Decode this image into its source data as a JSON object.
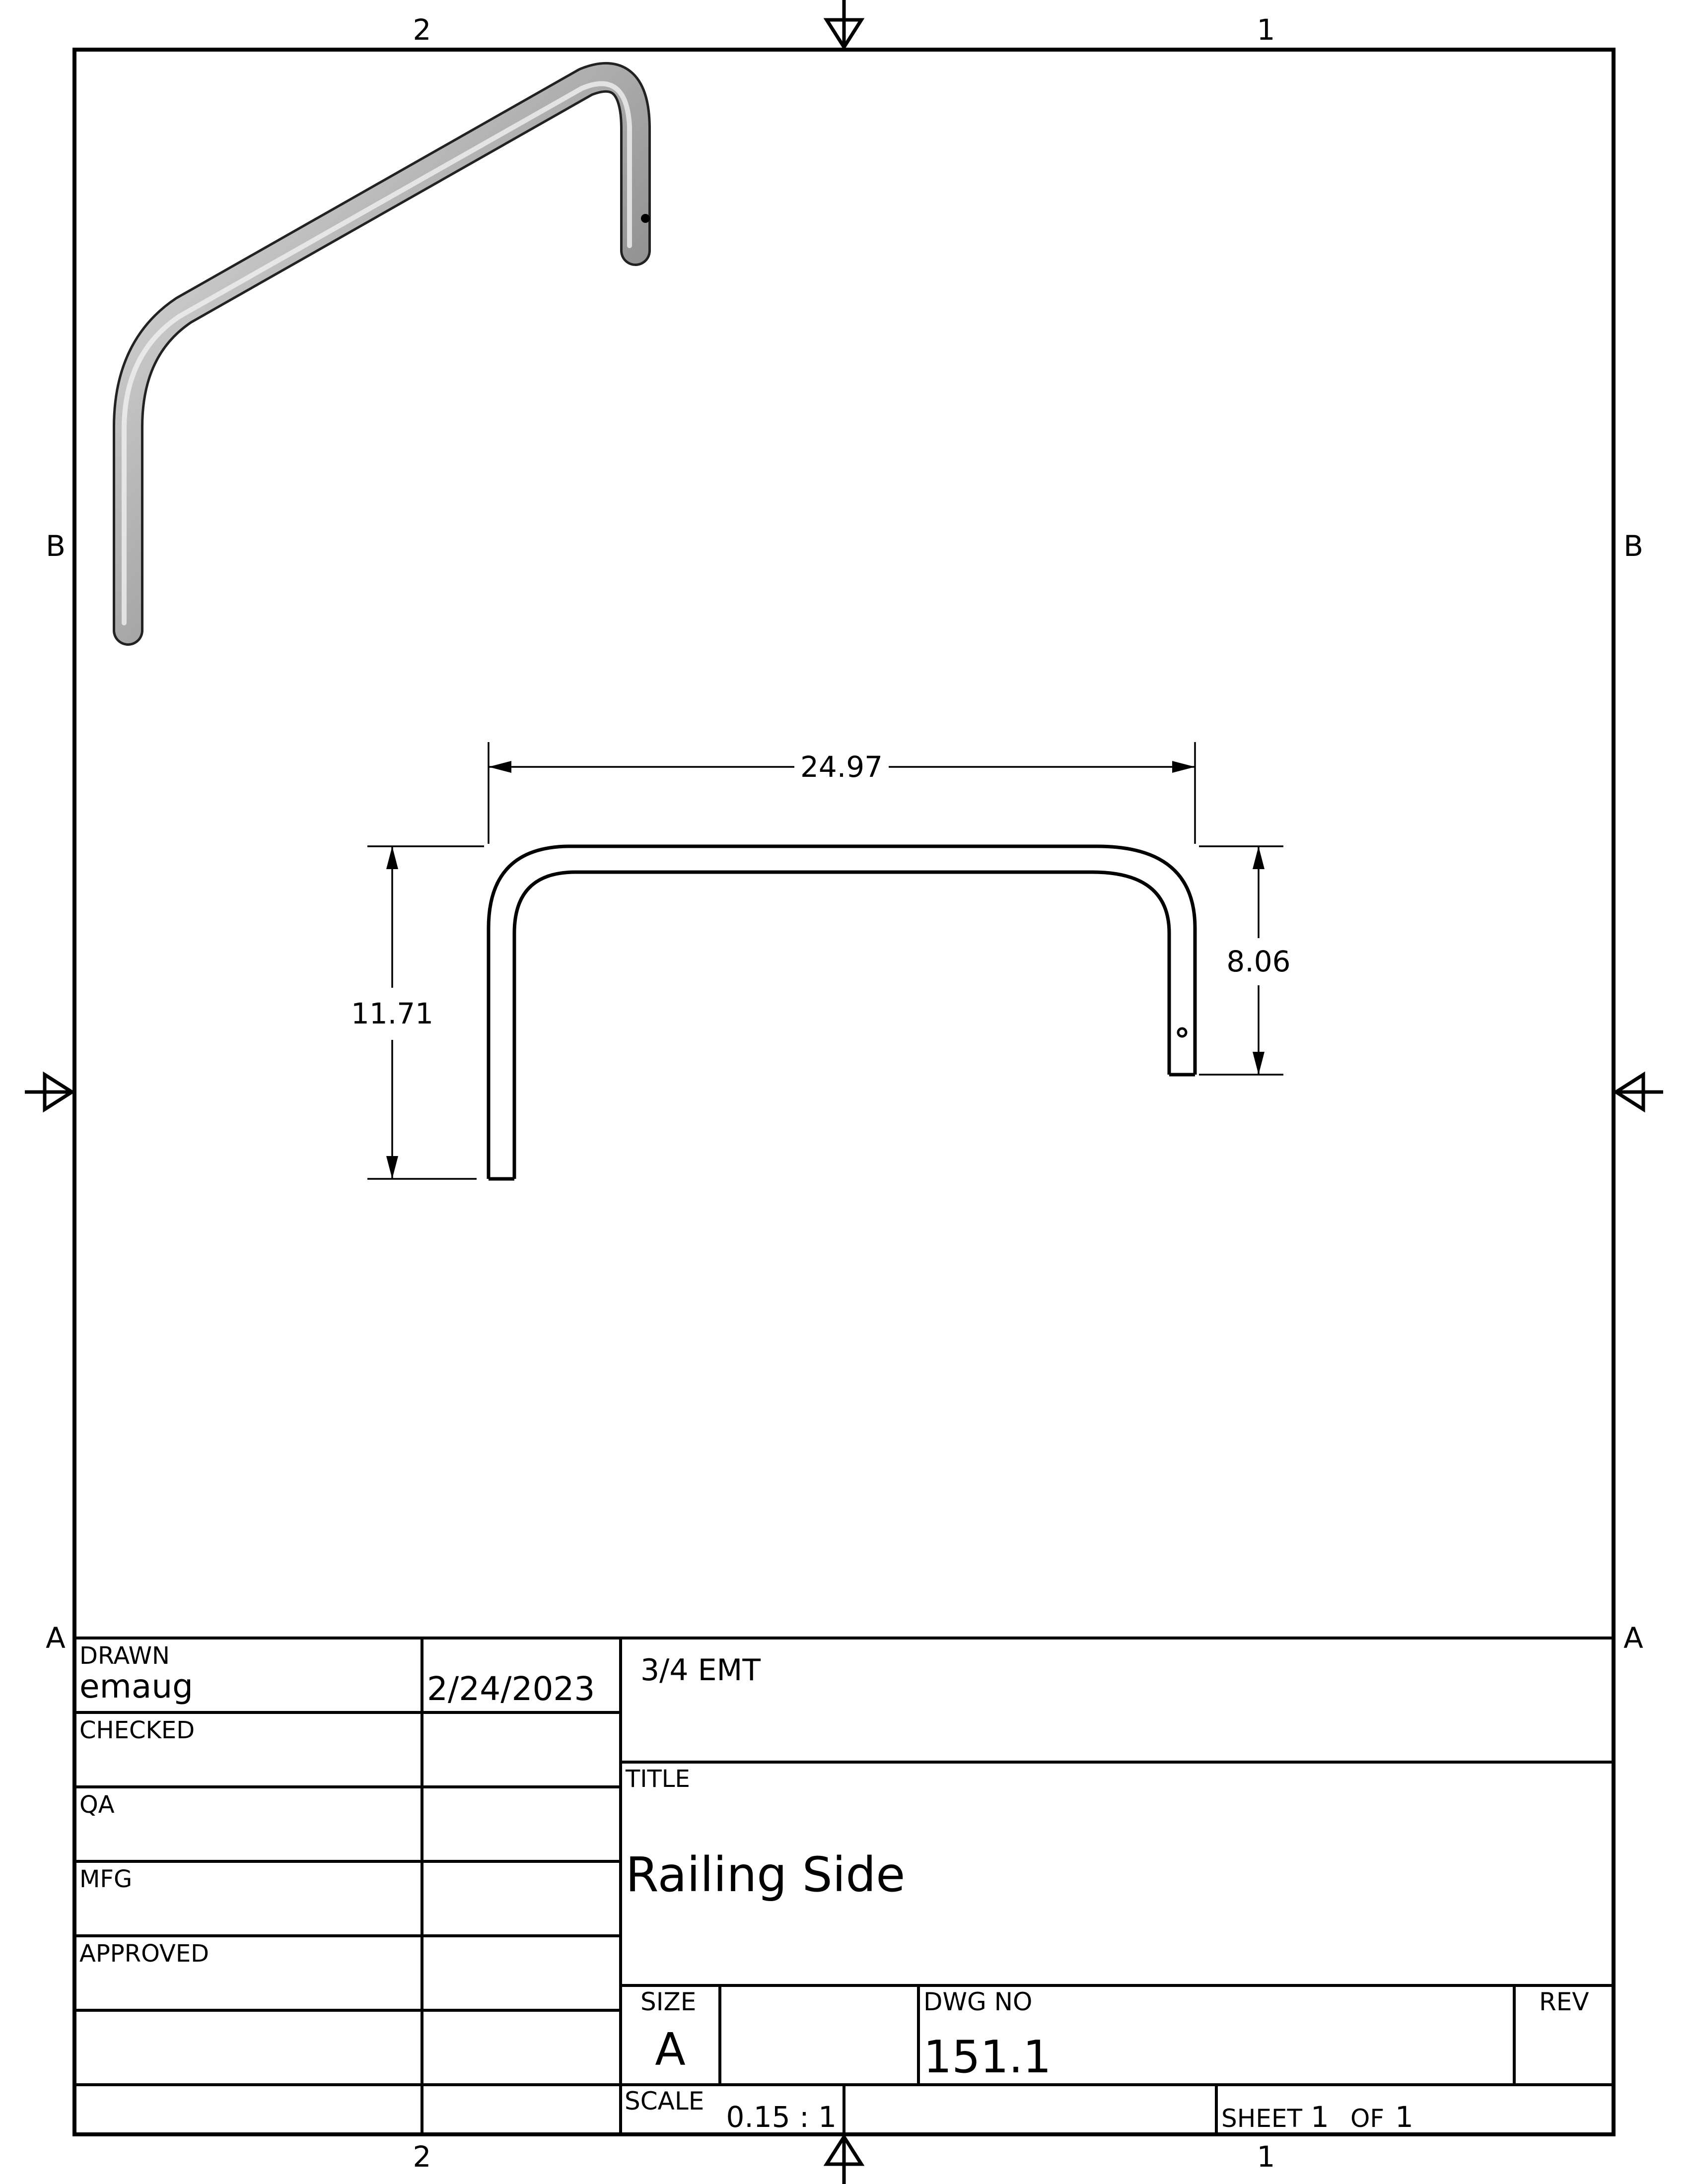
{
  "zones": {
    "top_left": "2",
    "top_right": "1",
    "bottom_left": "2",
    "bottom_right": "1",
    "left_upper": "B",
    "right_upper": "B",
    "left_lower": "A",
    "right_lower": "A"
  },
  "dimensions": {
    "width": "24.97",
    "overall_height": "11.71",
    "right_leg_height": "8.06"
  },
  "title_block": {
    "drawn_label": "DRAWN",
    "drawn_by": "emaug",
    "drawn_date": "2/24/2023",
    "checked_label": "CHECKED",
    "qa_label": "QA",
    "mfg_label": "MFG",
    "approved_label": "APPROVED",
    "material": "3/4 EMT",
    "title_label": "TITLE",
    "title": "Railing Side",
    "size_label": "SIZE",
    "size": "A",
    "dwg_no_label": "DWG NO",
    "dwg_no": "151.1",
    "rev_label": "REV",
    "scale_label": "SCALE",
    "scale": "0.15 : 1",
    "sheet_label": "SHEET",
    "sheet_num": "1",
    "of_label": "OF",
    "sheet_total": "1"
  },
  "colors": {
    "line": "#000000",
    "tube_light": "#d9d9d9",
    "tube_mid": "#9a9a9a",
    "tube_dark": "#5a5a5a"
  }
}
